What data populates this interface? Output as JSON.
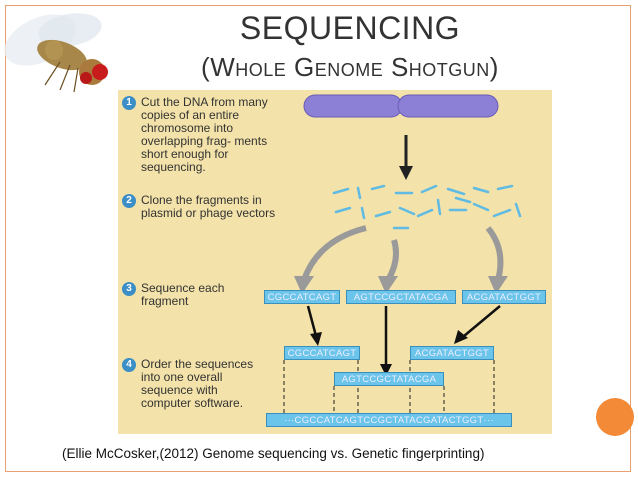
{
  "title": {
    "line1": "SEQUENCING",
    "line2": "(Whole Genome Shotgun)"
  },
  "steps": [
    {
      "num": "1",
      "text": "Cut the DNA from many copies of an entire chromosome into overlapping frag- ments short enough for sequencing."
    },
    {
      "num": "2",
      "text": "Clone the fragments in plasmid or phage vectors"
    },
    {
      "num": "3",
      "text": "Sequence each fragment"
    },
    {
      "num": "4",
      "text": "Order the sequences into one overall sequence with computer software."
    }
  ],
  "sequences": {
    "frag1": "CGCCATCAGT",
    "frag2": "AGTCCGCTATACGA",
    "frag3": "ACGATACTGGT",
    "ordered1": "CGCCATCAGT",
    "ordered3": "ACGATACTGGT",
    "ordered2": "AGTCCGCTATACGA",
    "consensus": "···CGCCATCAGTCCGCTATACGATACTGGT···"
  },
  "caption": "(Ellie McCosker,(2012) Genome sequencing vs. Genetic fingerprinting)",
  "colors": {
    "panel": "#f3e2a9",
    "chromosome": "#8c7fd6",
    "fragments": "#5fbbe3",
    "step_number": "#3b8fc6",
    "accent": "#f28a37"
  }
}
